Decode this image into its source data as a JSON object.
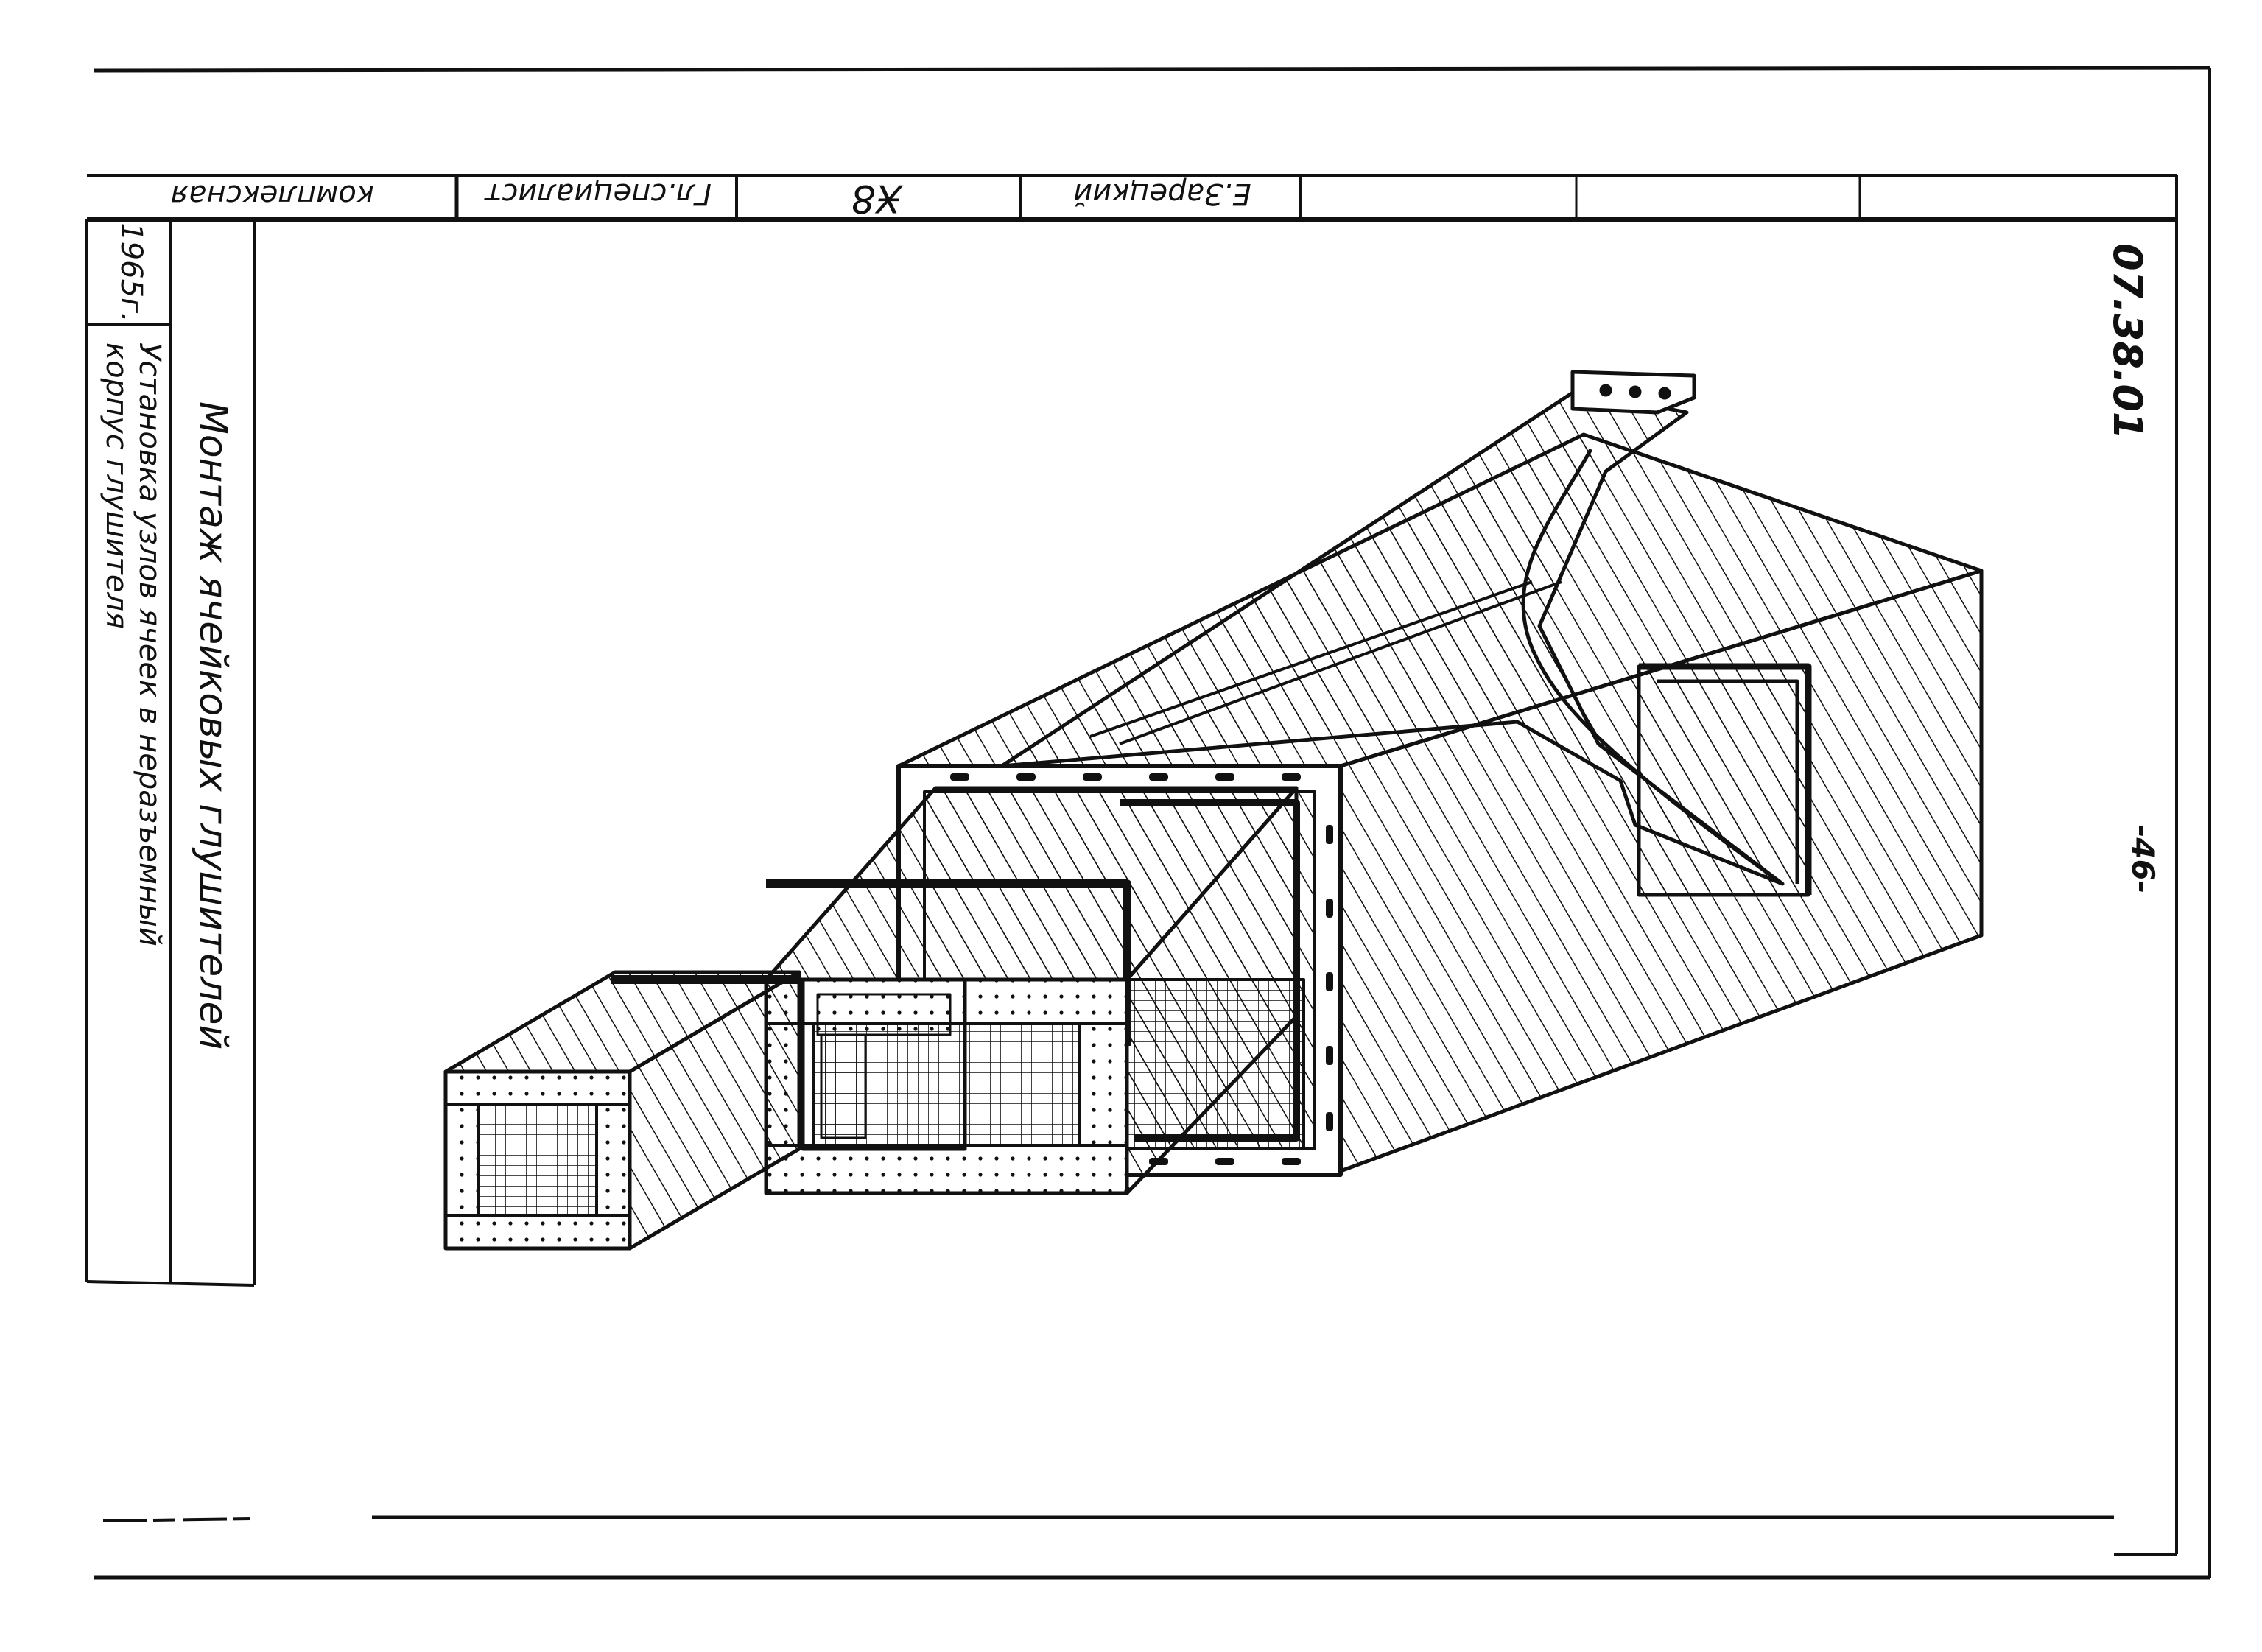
{
  "title_block": {
    "org_fragment": "комплексная",
    "position": "Гл.специалист",
    "signature": "Ӿ8",
    "name": "Е.Зарецкий"
  },
  "left_strip": {
    "year": "1965г.",
    "caption_line1": "Установка узлов ячеек в неразъемный",
    "caption_line2": "корпус глушителя"
  },
  "drawing_title": "Монтаж ячейковых глушителей",
  "document_code": "07.38.01",
  "page_number": "-46-"
}
